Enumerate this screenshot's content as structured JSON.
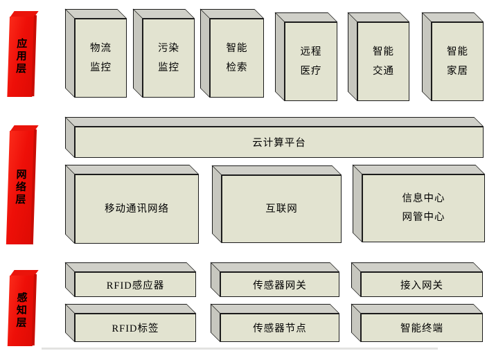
{
  "layers": [
    {
      "label": "应用层"
    },
    {
      "label": "网络层"
    },
    {
      "label": "感知层"
    }
  ],
  "application": {
    "boxes": [
      {
        "lines": [
          "物流",
          "监控"
        ]
      },
      {
        "lines": [
          "污染",
          "监控"
        ]
      },
      {
        "lines": [
          "智能",
          "检索"
        ]
      },
      {
        "lines": [
          "远程",
          "医疗"
        ]
      },
      {
        "lines": [
          "智能",
          "交通"
        ]
      },
      {
        "lines": [
          "智能",
          "家居"
        ]
      }
    ]
  },
  "network": {
    "cloud": "云计算平台",
    "boxes": [
      {
        "lines": [
          "移动通讯网络"
        ]
      },
      {
        "lines": [
          "互联网"
        ]
      },
      {
        "lines": [
          "信息中心",
          "网管中心"
        ]
      }
    ]
  },
  "perception": {
    "rows": [
      [
        "RFID感应器",
        "传感器网关",
        "接入网关"
      ],
      [
        "RFID标签",
        "传感器节点",
        "智能终端"
      ]
    ]
  },
  "colors": {
    "layer_red": "#ee1008",
    "box_face": "#e2e3d0",
    "box_top": "#d0d0c9",
    "box_side": "#c7c7bf",
    "outline": "#1b1b1b"
  }
}
